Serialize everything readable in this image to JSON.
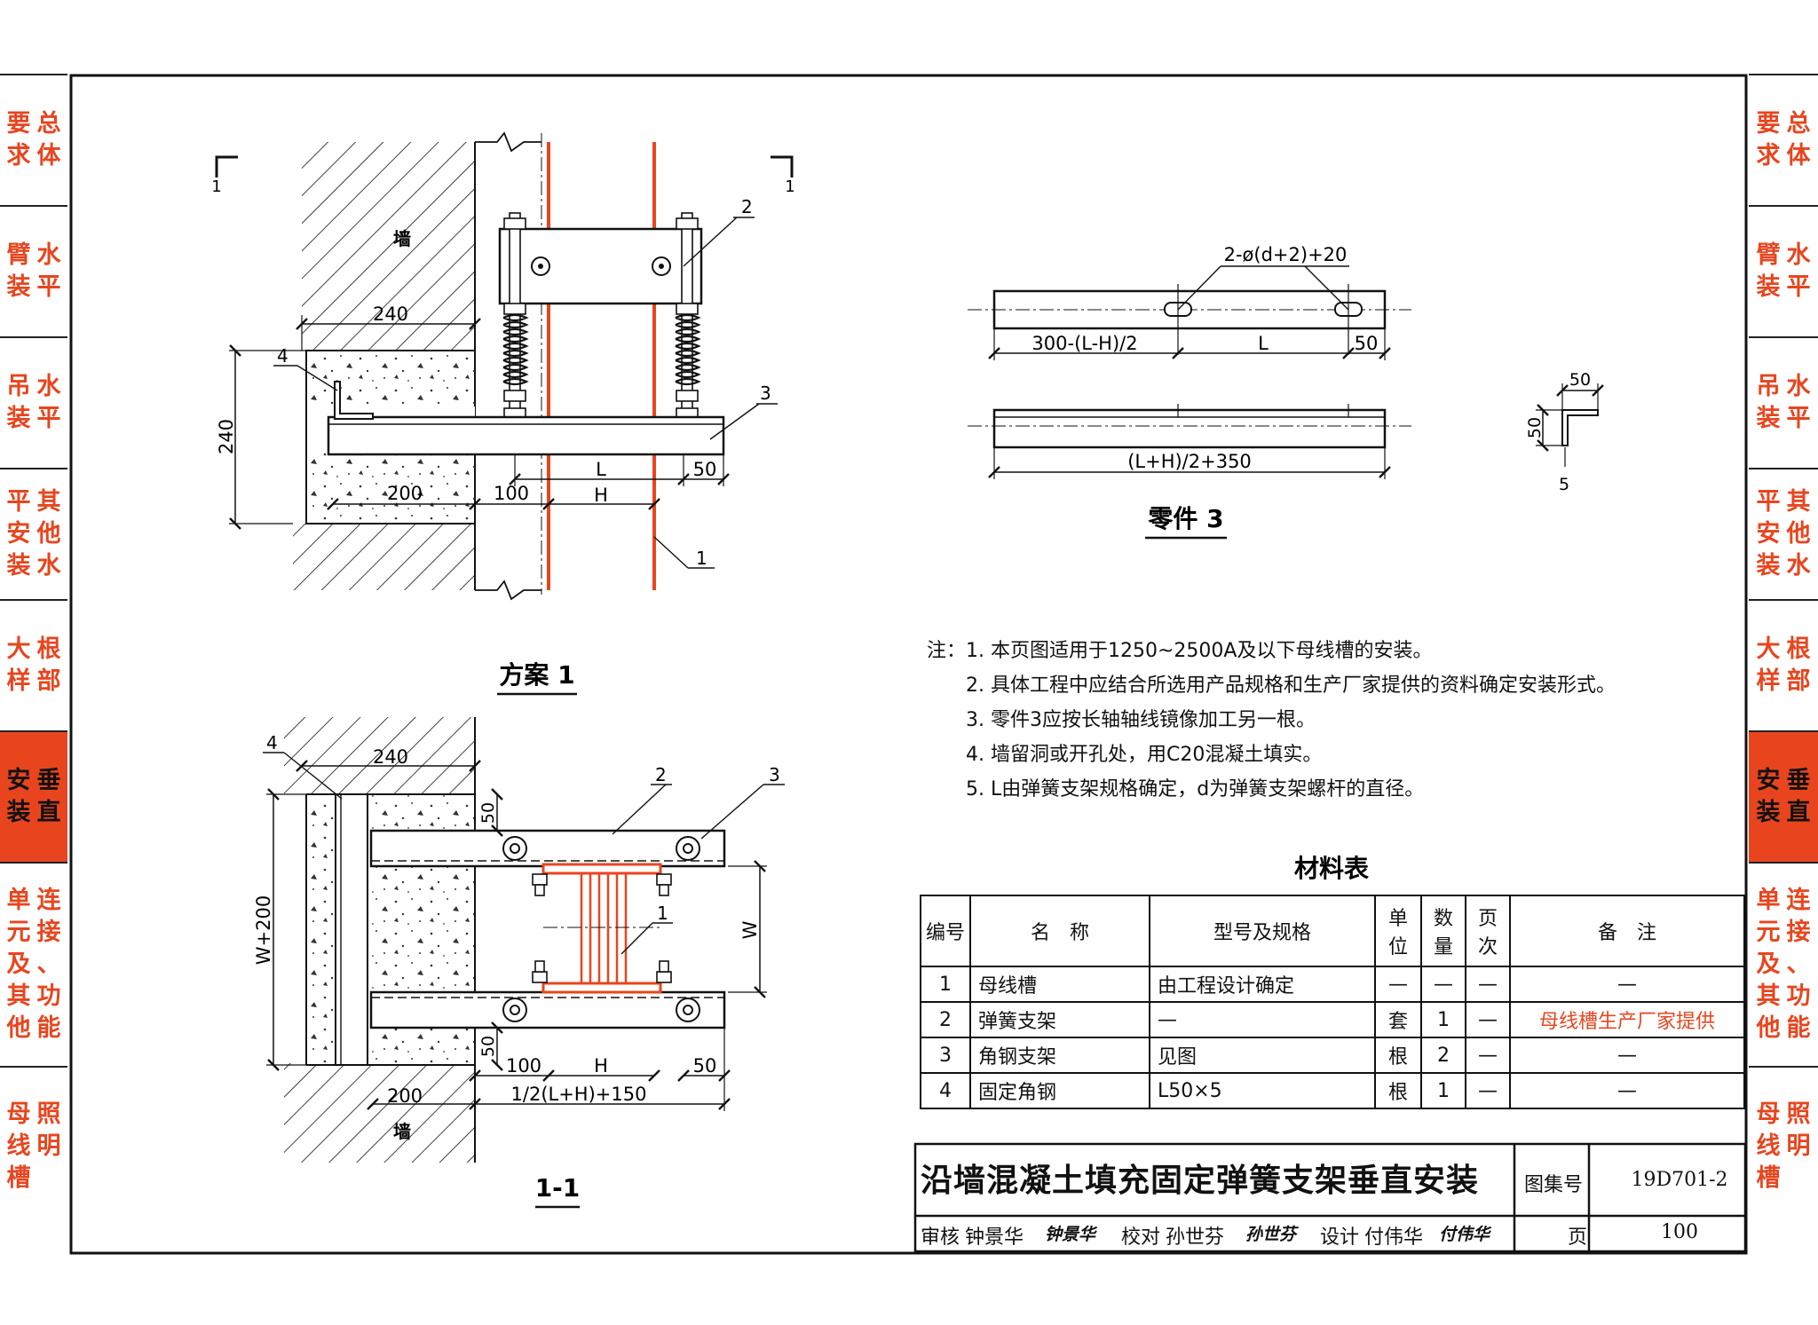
{
  "side_tabs": [
    {
      "text": "总体要求",
      "cols": [
        "总体",
        "要求"
      ]
    },
    {
      "text": "水平臂装",
      "cols": [
        "水平",
        "臂装"
      ]
    },
    {
      "text": "水平吊装",
      "cols": [
        "水平",
        "吊装"
      ]
    },
    {
      "text": "其他水平安装",
      "cols": [
        "其他水",
        "平安装"
      ]
    },
    {
      "text": "根部大样",
      "cols": [
        "根部",
        "大样"
      ]
    },
    {
      "text": "垂直安装",
      "cols": [
        "垂直",
        "安装"
      ],
      "active": true
    },
    {
      "text": "连接、功能单元及其他",
      "cols": [
        "连接、功能",
        "单元及其他"
      ]
    },
    {
      "text": "照明母线槽",
      "cols": [
        "照明",
        "母线槽"
      ]
    }
  ],
  "plan1": {
    "section_mark": "1",
    "wall_label": "墙",
    "dims": {
      "wall_thickness": "240",
      "fill_height": "240",
      "fill_depth": "200",
      "gap": "100",
      "L": "L",
      "H": "H",
      "end": "50"
    },
    "callouts": [
      "1",
      "2",
      "3",
      "4"
    ],
    "title": "方案 1"
  },
  "section11": {
    "dims": {
      "wall_thickness": "240",
      "fill_depth": "200",
      "gap": "100",
      "H": "H",
      "end": "50",
      "overall": "1/2(L+H)+150",
      "height": "W+200",
      "W": "W",
      "flange_top": "50",
      "flange_bottom": "50"
    },
    "wall_label": "墙",
    "callouts": [
      "1",
      "2",
      "3",
      "4"
    ],
    "title": "1-1"
  },
  "part3": {
    "hole_label": "2-ø(d+2)+20",
    "dim_a": "300-(L-H)/2",
    "dim_L": "L",
    "dim_end": "50",
    "dim_total": "(L+H)/2+350",
    "angle_w": "50",
    "angle_h": "50",
    "angle_t": "5",
    "title": "零件 3"
  },
  "notes": {
    "prefix": "注：",
    "items": [
      "1. 本页图适用于1250~2500A及以下母线槽的安装。",
      "2. 具体工程中应结合所选用产品规格和生产厂家提供的资料确定安装形式。",
      "3. 零件3应按长轴轴线镜像加工另一根。",
      "4. 墙留洞或开孔处，用C20混凝土填实。",
      "5. L由弹簧支架规格确定，d为弹簧支架螺杆的直径。"
    ]
  },
  "materials": {
    "title": "材料表",
    "headers": [
      "编号",
      "名　称",
      "型号及规格",
      "单位",
      "数量",
      "页次",
      "备　注"
    ],
    "rows": [
      [
        "1",
        "母线槽",
        "由工程设计确定",
        "—",
        "—",
        "—",
        "—"
      ],
      [
        "2",
        "弹簧支架",
        "—",
        "套",
        "1",
        "—",
        "母线槽生产厂家提供"
      ],
      [
        "3",
        "角钢支架",
        "见图",
        "根",
        "2",
        "—",
        "—"
      ],
      [
        "4",
        "固定角钢",
        "L50×5",
        "根",
        "1",
        "—",
        "—"
      ]
    ]
  },
  "title_block": {
    "title": "沿墙混凝土填充固定弹簧支架垂直安装",
    "atlas_label": "图集号",
    "atlas_no": "19D701-2",
    "review_label": "审核",
    "reviewer": "钟景华",
    "reviewer_sig": "钟景华",
    "check_label": "校对",
    "checker": "孙世芬",
    "checker_sig": "孙世芬",
    "design_label": "设计",
    "designer": "付伟华",
    "designer_sig": "付伟华",
    "page_label": "页",
    "page_no": "100"
  },
  "colors": {
    "accent": "#e8451e",
    "line": "#111111"
  }
}
